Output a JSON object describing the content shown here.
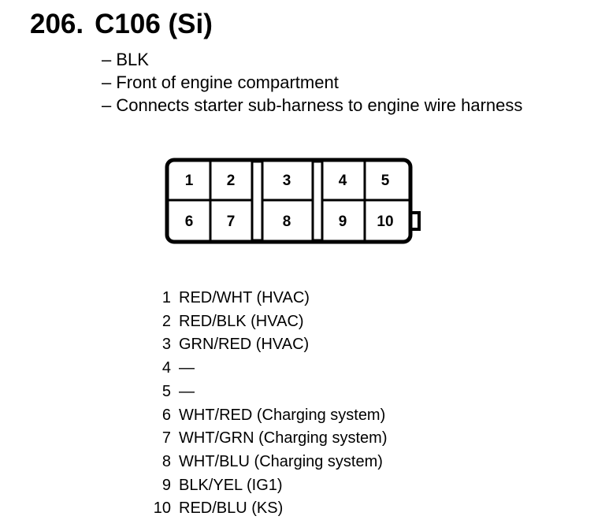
{
  "title": {
    "number": "206.",
    "connector": "C106 (Si)"
  },
  "info": [
    "– BLK",
    "– Front of engine compartment",
    "– Connects starter sub-harness to engine wire harness"
  ],
  "connector_face": {
    "top_row": [
      "1",
      "2",
      "3",
      "4",
      "5"
    ],
    "bottom_row": [
      "6",
      "7",
      "8",
      "9",
      "10"
    ]
  },
  "pins": [
    {
      "no": "1",
      "desc": "RED/WHT (HVAC)"
    },
    {
      "no": "2",
      "desc": "RED/BLK (HVAC)"
    },
    {
      "no": "3",
      "desc": "GRN/RED (HVAC)"
    },
    {
      "no": "4",
      "desc": "—"
    },
    {
      "no": "5",
      "desc": "—"
    },
    {
      "no": "6",
      "desc": "WHT/RED (Charging system)"
    },
    {
      "no": "7",
      "desc": "WHT/GRN (Charging system)"
    },
    {
      "no": "8",
      "desc": "WHT/BLU (Charging system)"
    },
    {
      "no": "9",
      "desc": "BLK/YEL (IG1)"
    },
    {
      "no": "10",
      "desc": "RED/BLU (KS)"
    }
  ]
}
